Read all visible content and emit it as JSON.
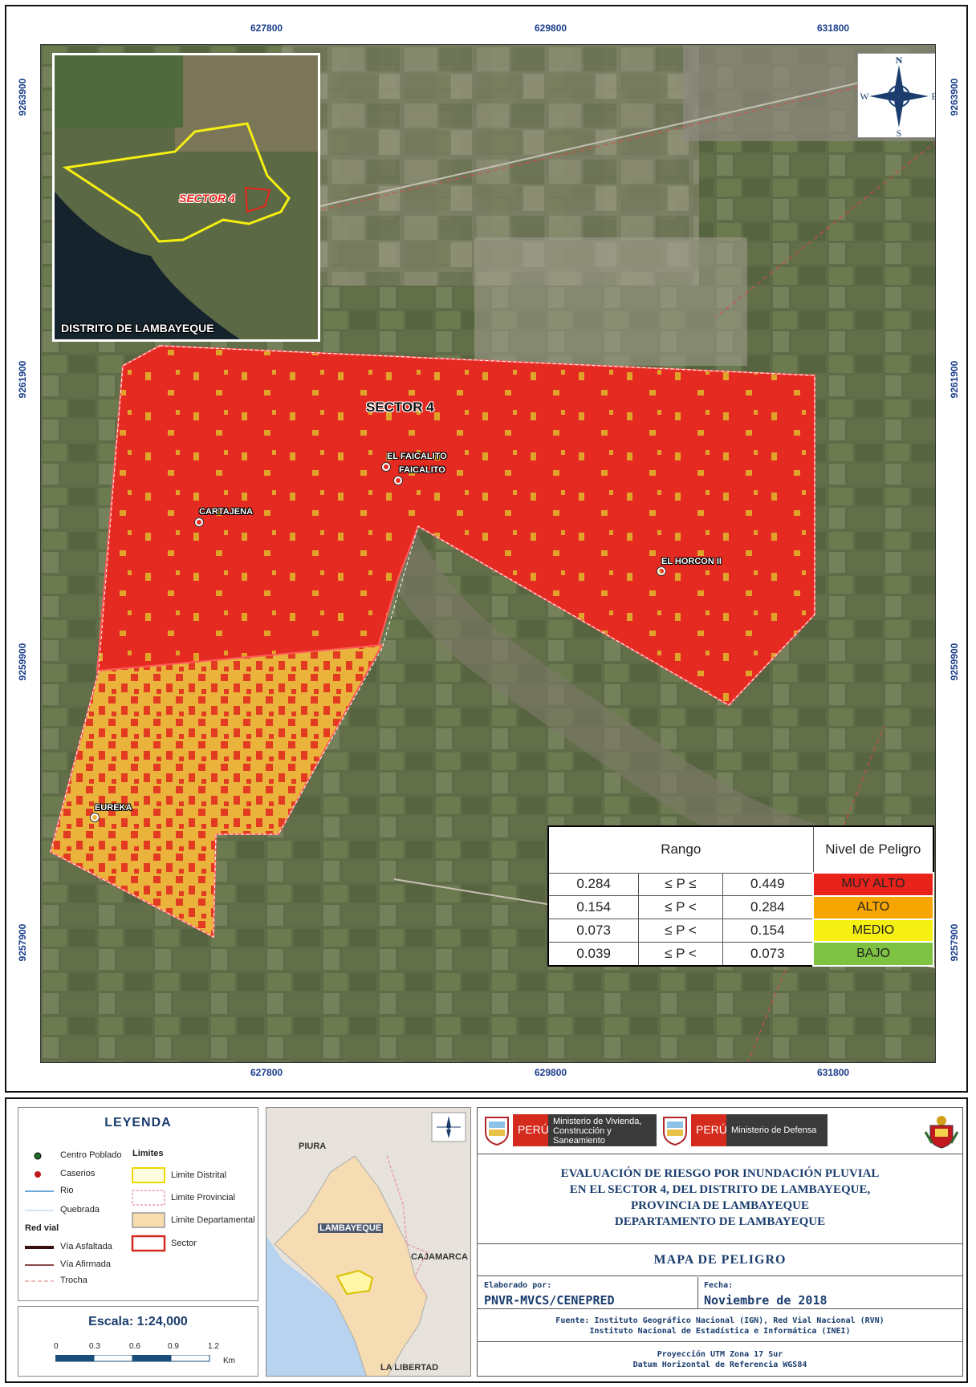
{
  "map": {
    "coords_top": [
      "627800",
      "629800",
      "631800"
    ],
    "coords_bottom": [
      "627800",
      "629800",
      "631800"
    ],
    "coords_left": [
      "9263900",
      "9261900",
      "9259900",
      "9257900"
    ],
    "coords_right": [
      "9263900",
      "9261900",
      "9259900",
      "9257900"
    ],
    "sector_label": "SECTOR 4",
    "places": [
      "EL FAICALITO",
      "FAICALITO",
      "CARTAJENA",
      "EL HORCON II",
      "EUREKA"
    ],
    "inset": {
      "caption": "DISTRITO DE LAMBAYEQUE",
      "sector": "SECTOR 4"
    },
    "compass": {
      "n": "N",
      "s": "S",
      "e": "E",
      "w": "W"
    }
  },
  "rango": {
    "header_rango": "Rango",
    "header_nivel": "Nivel de Peligro",
    "rows": [
      {
        "min": "0.284",
        "op": "≤ P ≤",
        "max": "0.449",
        "level": "MUY ALTO",
        "color": "#e8231b"
      },
      {
        "min": "0.154",
        "op": "≤ P <",
        "max": "0.284",
        "level": "ALTO",
        "color": "#f7a600"
      },
      {
        "min": "0.073",
        "op": "≤ P <",
        "max": "0.154",
        "level": "MEDIO",
        "color": "#f5ef12"
      },
      {
        "min": "0.039",
        "op": "≤ P <",
        "max": "0.073",
        "level": "BAJO",
        "color": "#7ec243"
      }
    ]
  },
  "legend": {
    "title": "LEYENDA",
    "centro_poblado": "Centro Poblado",
    "caserios": "Caserios",
    "rio": "Rio",
    "quebrada": "Quebrada",
    "red_vial": "Red vial",
    "via_asfaltada": "Vía Asfaltada",
    "via_afirmada": "Vía Afirmada",
    "trocha": "Trocha",
    "limites": "Limites",
    "limite_distrital": "Limite Distrital",
    "limite_provincial": "Limite Provincial",
    "limite_departamental": "Limite Departamental",
    "sector": "Sector"
  },
  "scale": {
    "title": "Escala:  1:24,000",
    "ticks": [
      "0",
      "0.3",
      "0.6",
      "0.9",
      "1.2"
    ],
    "unit": "Km"
  },
  "location": {
    "piura": "PIURA",
    "lambayeque": "LAMBAYEQUE",
    "cajamarca": "CAJAMARCA",
    "la_libertad": "LA LIBERTAD"
  },
  "title_block": {
    "peru1": "PERÚ",
    "ministry1": "Ministerio de Vivienda, Construcción y Saneamiento",
    "peru2": "PERÚ",
    "ministry2": "Ministerio de Defensa",
    "main_title_1": "EVALUACIÓN DE RIESGO POR INUNDACIÓN PLUVIAL",
    "main_title_2": "EN EL SECTOR 4, DEL DISTRITO DE LAMBAYEQUE,",
    "main_title_3": "PROVINCIA DE LAMBAYEQUE",
    "main_title_4": "DEPARTAMENTO DE LAMBAYEQUE",
    "map_type": "MAPA DE PELIGRO",
    "elaborado_label": "Elaborado por:",
    "elaborado_value": "PNVR-MVCS/CENEPRED",
    "fecha_label": "Fecha:",
    "fecha_value": "Noviembre de 2018",
    "fuente_1": "Fuente: Instituto Geográfico Nacional (IGN), Red Vial Nacional (RVN)",
    "fuente_2": "Instituto Nacional de Estadística e Informática (INEI)",
    "proyeccion_1": "Proyección UTM Zona 17 Sur",
    "proyeccion_2": "Datum Horizontal de Referencia WGS84"
  }
}
